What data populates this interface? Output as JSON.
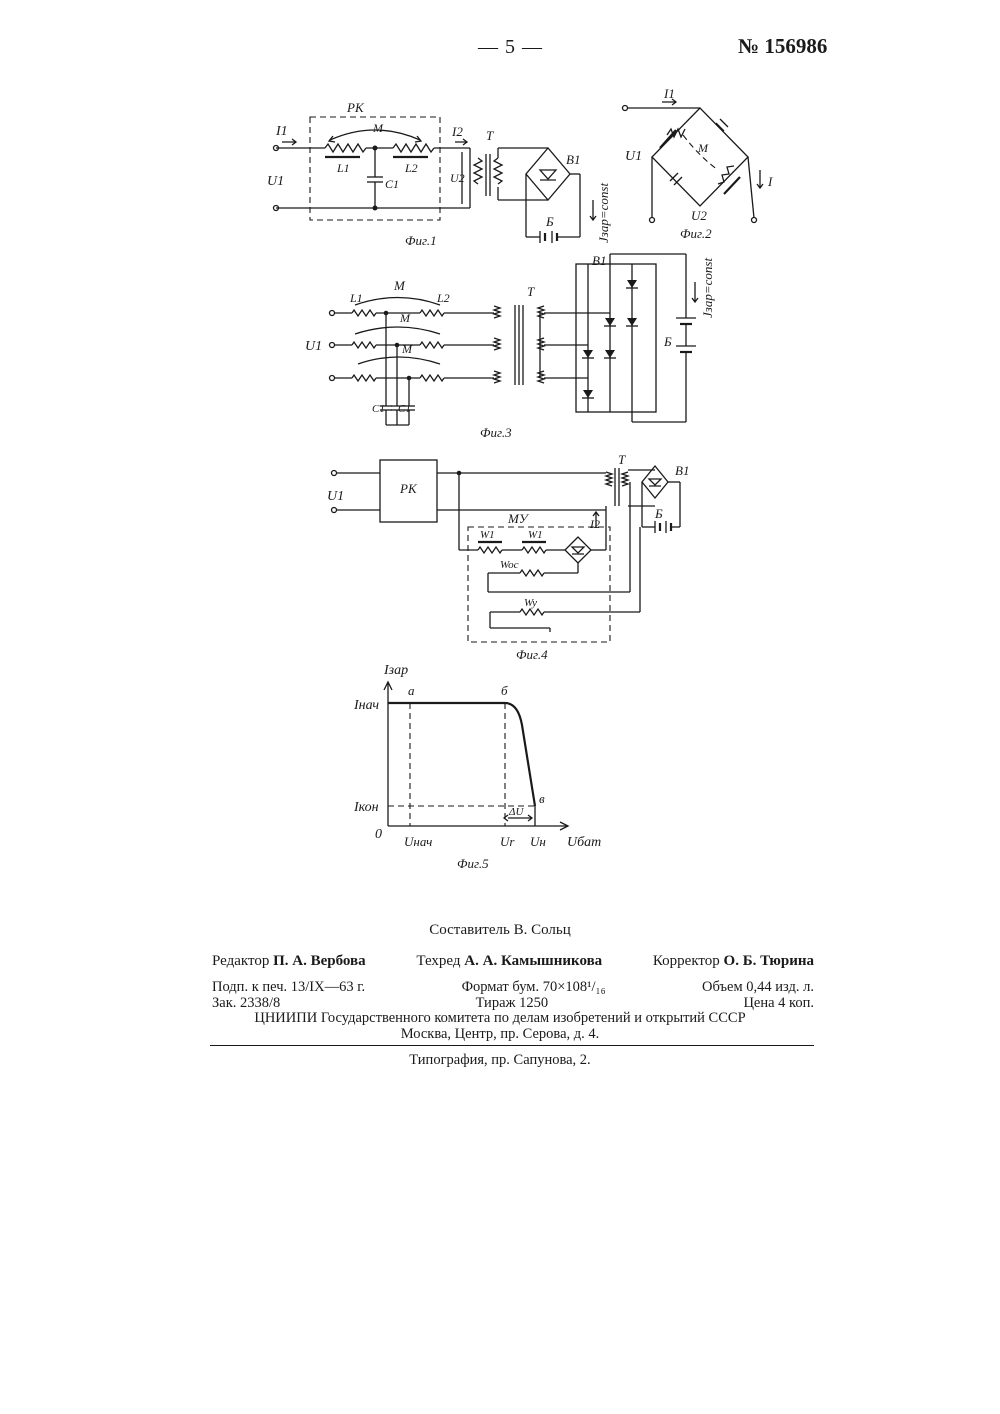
{
  "header": {
    "page_number": "— 5 —",
    "patent_number": "№ 156986"
  },
  "figures": {
    "fig1": {
      "caption": "Фиг.1",
      "labels": [
        "РК",
        "M",
        "I1",
        "U1",
        "L1",
        "C1",
        "L2",
        "I2",
        "U2",
        "T",
        "B1",
        "Б",
        "Jзар=const"
      ]
    },
    "fig2": {
      "caption": "Фиг.2",
      "labels": [
        "I1",
        "U1",
        "M",
        "U2",
        "I"
      ]
    },
    "fig3": {
      "caption": "Фиг.3",
      "labels": [
        "M",
        "L1",
        "L2",
        "U1",
        "T",
        "B1",
        "Б",
        "Jзар=const",
        "C1"
      ]
    },
    "fig4": {
      "caption": "Фиг.4",
      "labels": [
        "РК",
        "U1",
        "МУ",
        "W1",
        "Woc",
        "Wy",
        "I2",
        "T",
        "B1",
        "Б"
      ]
    },
    "fig5": {
      "caption": "Фиг.5",
      "labels": [
        "Iзар",
        "Iнач",
        "Iкон",
        "0",
        "a",
        "б",
        "в",
        "ΔU",
        "Uнач",
        "Ur",
        "Uн",
        "Uбат"
      ]
    }
  },
  "footer": {
    "compiler": "Составитель В. Сольц",
    "editor_label": "Редактор",
    "editor": "П. А. Вербова",
    "techred_label": "Техред",
    "techred": "А. А. Камышникова",
    "corrector_label": "Корректор",
    "corrector": "О. Б. Тюрина",
    "signed": "Подп. к печ. 13/IX—63 г.",
    "format": "Формат бум. 70×108¹/₁₆",
    "volume": "Объем 0,44 изд. л.",
    "order": "Зак. 2338/8",
    "circulation": "Тираж 1250",
    "price": "Цена 4 коп.",
    "publisher": "ЦНИИПИ Государственного комитета по делам изобретений и открытий СССР",
    "address": "Москва, Центр, пр. Серова, д. 4.",
    "printer": "Типография, пр. Сапунова, 2."
  }
}
